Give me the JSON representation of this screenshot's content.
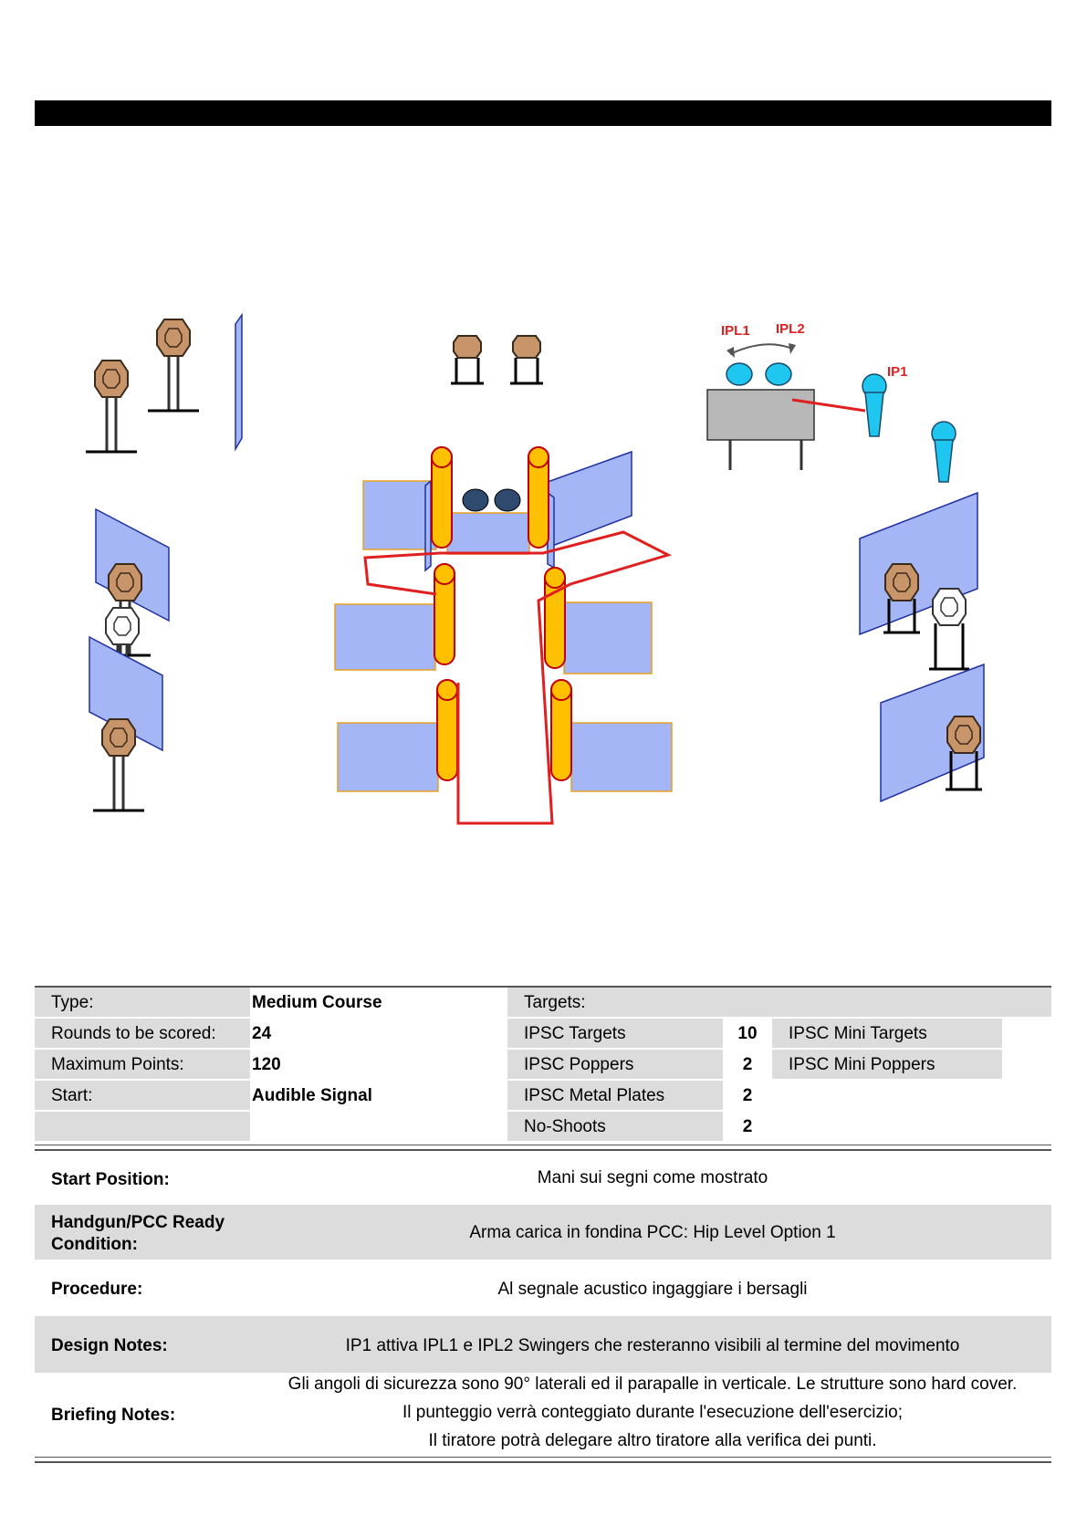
{
  "diagram": {
    "labels": {
      "ipl1": "IPL1",
      "ipl2": "IPL2",
      "ip1": "IP1"
    }
  },
  "stage_info": {
    "type_label": "Type:",
    "type_value": "Medium Course",
    "rounds_label": "Rounds to be scored:",
    "rounds_value": "24",
    "max_points_label": "Maximum Points:",
    "max_points_value": "120",
    "start_label": "Start:",
    "start_value": "Audible Signal",
    "targets_header": "Targets:",
    "targets": [
      {
        "label": "IPSC Targets",
        "count": "10"
      },
      {
        "label": "IPSC Poppers",
        "count": "2"
      },
      {
        "label": "IPSC Metal Plates",
        "count": "2"
      },
      {
        "label": "No-Shoots",
        "count": "2"
      }
    ],
    "mini_targets": [
      {
        "label": "IPSC Mini Targets"
      },
      {
        "label": "IPSC Mini Poppers"
      }
    ]
  },
  "notes": {
    "start_position": {
      "label": "Start Position:",
      "value": "Mani sui segni come mostrato"
    },
    "ready_condition": {
      "label": "Handgun/PCC Ready Condition:",
      "value": "Arma carica in fondina PCC: Hip Level Option 1"
    },
    "procedure": {
      "label": "Procedure:",
      "value": "Al segnale acustico ingaggiare i bersagli"
    },
    "design_notes": {
      "label": "Design Notes:",
      "value": "IP1 attiva IPL1 e IPL2 Swingers che resteranno visibili al termine del movimento"
    },
    "briefing_notes": {
      "label": "Briefing Notes:",
      "lines": [
        "Gli angoli di sicurezza sono 90° laterali ed il parapalle in verticale. Le strutture sono hard cover.",
        "Il punteggio verrà conteggiato durante l'esecuzione dell'esercizio;",
        "Il tiratore potrà delegare altro tiratore alla verifica dei punti."
      ]
    }
  },
  "colors": {
    "wall_fill": "#a4b6f5",
    "wall_stroke": "#e8a020",
    "barrel_fill": "#ffc000",
    "barrel_stroke": "#c00000",
    "fault_line": "#e02020",
    "target_fill": "#c8946a",
    "popper_fill": "#1ec6f0",
    "swinger_fill": "#1ec6f0",
    "plate_fill": "#2e4a6e",
    "label_red": "#e02020"
  }
}
